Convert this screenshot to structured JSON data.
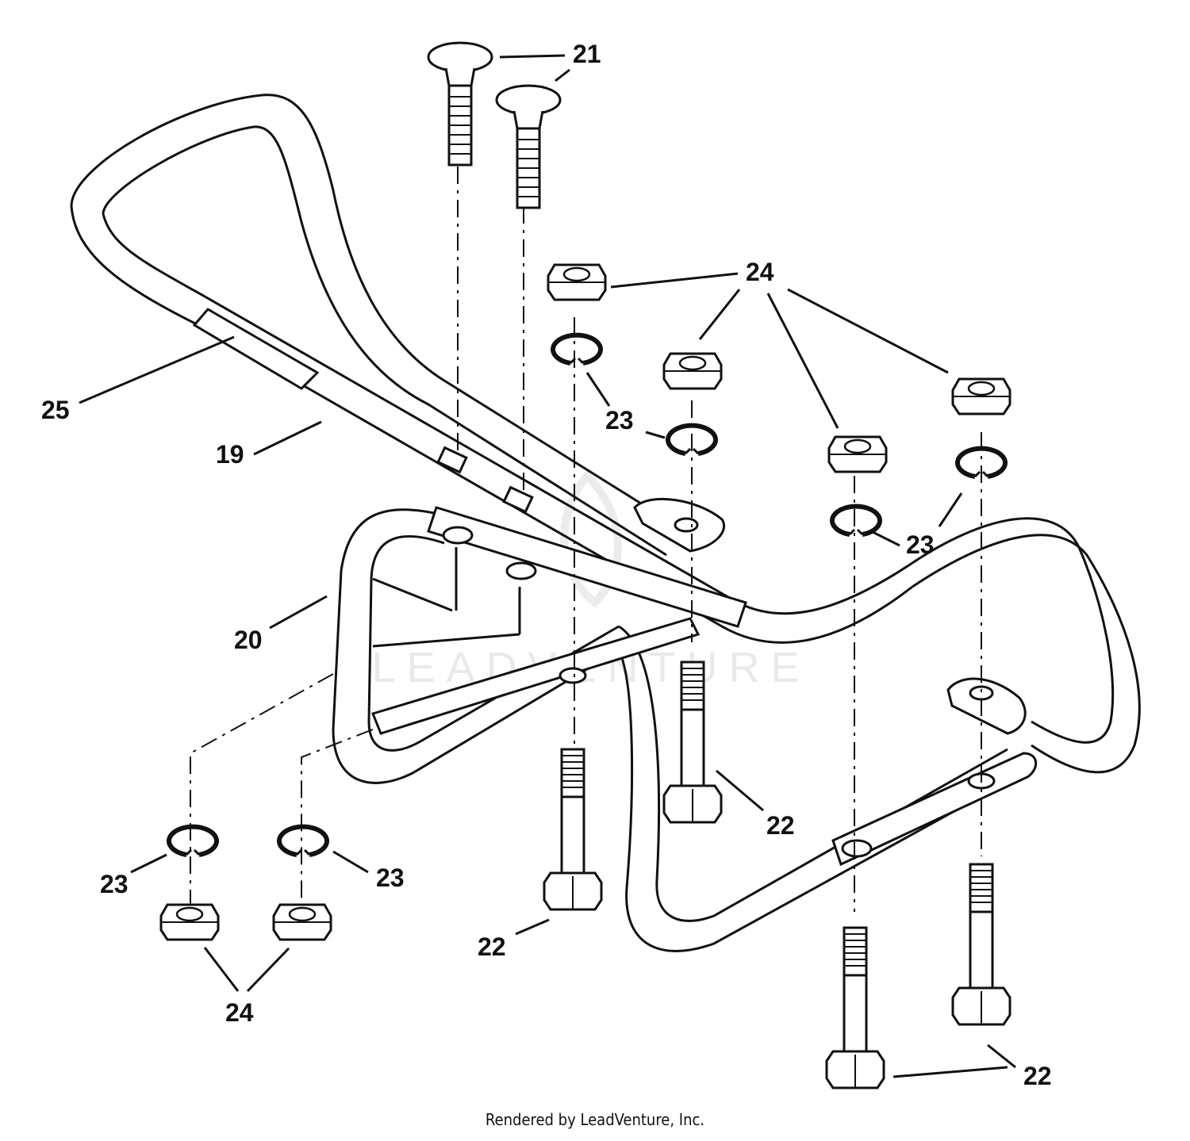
{
  "callouts": {
    "c19": "19",
    "c20": "20",
    "c21": "21",
    "c22a": "22",
    "c22b": "22",
    "c22c": "22",
    "c23a": "23",
    "c23b": "23",
    "c23c": "23",
    "c23d": "23",
    "c24a": "24",
    "c24b": "24",
    "c25": "25"
  },
  "watermark": "LEADVENTURE",
  "footer": "Rendered by LeadVenture, Inc.",
  "colors": {
    "ink": "#111111",
    "watermark": "#e9e9e9"
  }
}
